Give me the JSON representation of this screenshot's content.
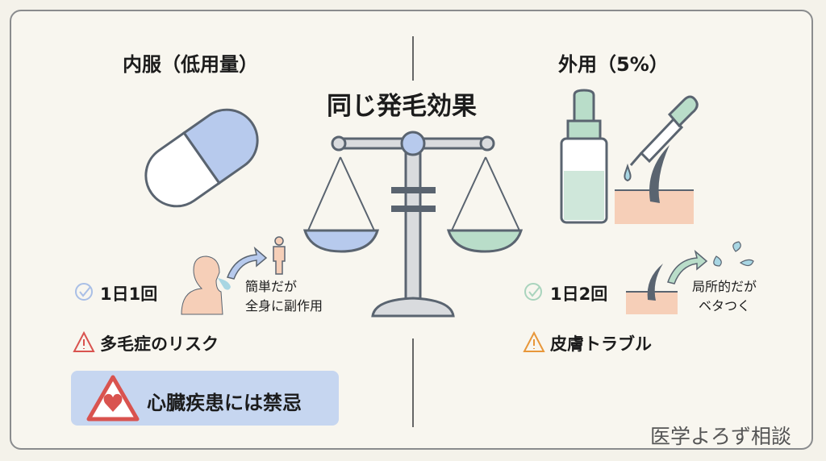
{
  "left": {
    "title": "内服（低用量）",
    "dose": "1日1回",
    "note_line1": "簡単だが",
    "note_line2": "全身に副作用",
    "risk": "多毛症のリスク",
    "contraindication": "心臓疾患には禁忌"
  },
  "center": {
    "title": "同じ発毛効果"
  },
  "right": {
    "title": "外用（5%）",
    "dose": "1日2回",
    "note_line1": "局所的だが",
    "note_line2": "ベタつく",
    "risk": "皮膚トラブル"
  },
  "footer": {
    "brand": "医学よろず相談"
  },
  "colors": {
    "blue": "#b7caed",
    "green": "#b9ddc9",
    "warn_red": "#d9534f",
    "warn_orange": "#e8973a",
    "skin": "#f6cfb8"
  }
}
